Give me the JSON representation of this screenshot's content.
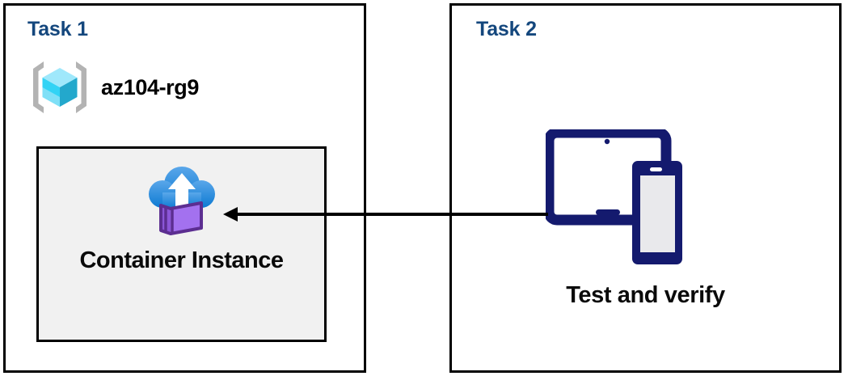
{
  "diagram": {
    "title": "Azure Container Instance task diagram",
    "background": "#ffffff",
    "panels": [
      {
        "id": "task1",
        "title": "Task 1",
        "title_color": "#14477d",
        "resource_group": {
          "icon": "azure-resource-group-icon",
          "label": "az104-rg9"
        },
        "card": {
          "icon": "azure-container-instance-icon",
          "label": "Container Instance",
          "fill": "#f1f1f1",
          "border": "#000000"
        }
      },
      {
        "id": "task2",
        "title": "Task 2",
        "title_color": "#14477d",
        "device": {
          "icon": "tablet-and-phone-icon",
          "label": "Test and verify",
          "color": "#141a6e"
        }
      }
    ],
    "connector": {
      "name": "arrow-task2-to-container-instance",
      "direction": "right-to-left",
      "color": "#000000"
    },
    "colors": {
      "panel_border": "#000000",
      "heading": "#14477d",
      "card_fill": "#f1f1f1",
      "device_navy": "#141a6e",
      "container_purple": "#a371ef",
      "container_purple_dark": "#5c2e91",
      "cloud_blue_light": "#50a0e8",
      "cloud_blue_dark": "#0f7bd4",
      "cube_top": "#9fe8fb",
      "cube_left": "#32d3f5",
      "cube_right": "#23a8cc",
      "bracket_gray": "#b3b3b3"
    }
  }
}
